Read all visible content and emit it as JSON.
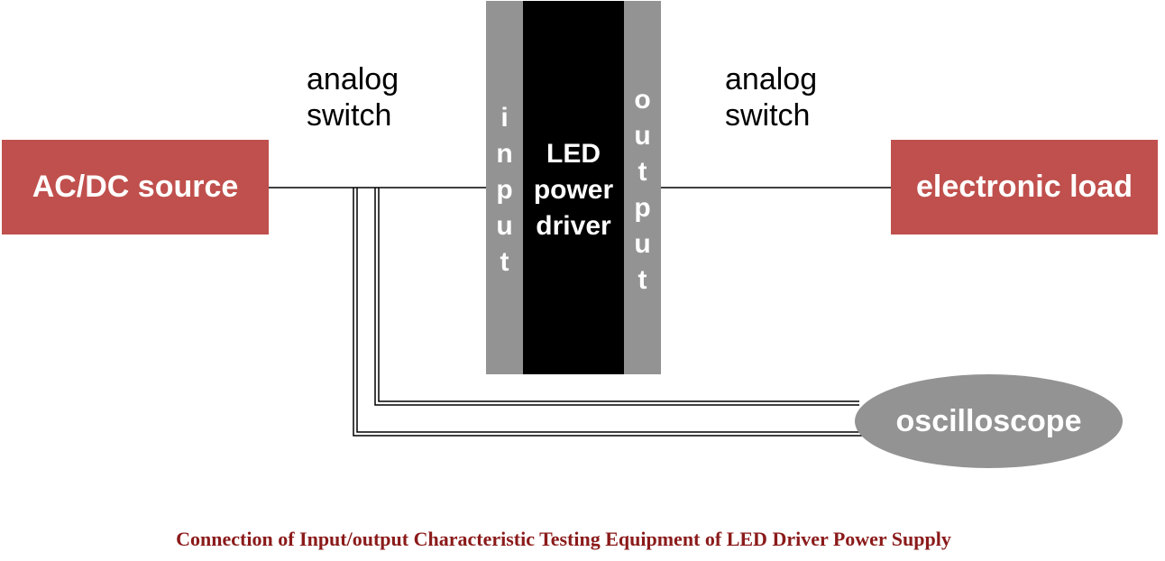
{
  "diagram": {
    "source": {
      "label": "AC/DC source",
      "color": "#c0504d"
    },
    "load": {
      "label": "electronic load",
      "color": "#c0504d"
    },
    "switch_left": {
      "line1": "analog",
      "line2": "switch"
    },
    "switch_right": {
      "line1": "analog",
      "line2": "switch"
    },
    "driver": {
      "line1": "LED",
      "line2": "power",
      "line3": "driver",
      "input_letters": [
        "i",
        "n",
        "p",
        "u",
        "t"
      ],
      "output_letters": [
        "o",
        "u",
        "t",
        "p",
        "u",
        "t"
      ],
      "core_color": "#000000",
      "port_color": "#939393"
    },
    "oscilloscope": {
      "label": "oscilloscope",
      "color": "#939393"
    },
    "caption": "Connection of Input/output Characteristic Testing Equipment of LED Driver Power Supply"
  }
}
